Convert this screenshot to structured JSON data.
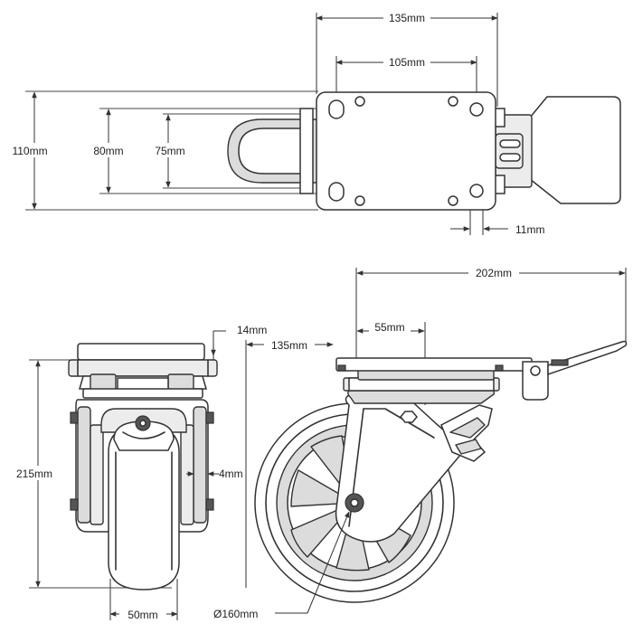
{
  "dimensions": {
    "top_width": "135mm",
    "top_hole_spacing": "105mm",
    "top_height": "110mm",
    "top_inner_80": "80mm",
    "top_inner_75": "75mm",
    "top_hole": "11mm",
    "front_top_offset": "14mm",
    "front_total_height": "215mm",
    "front_side_gap": "4mm",
    "front_wheel_width": "50mm",
    "side_overall_length": "202mm",
    "side_offset": "55mm",
    "side_plate_length": "135mm",
    "wheel_diameter": "Ø160mm"
  },
  "colors": {
    "line": "#333333",
    "shade": "#dcdcdc",
    "background": "#ffffff"
  }
}
